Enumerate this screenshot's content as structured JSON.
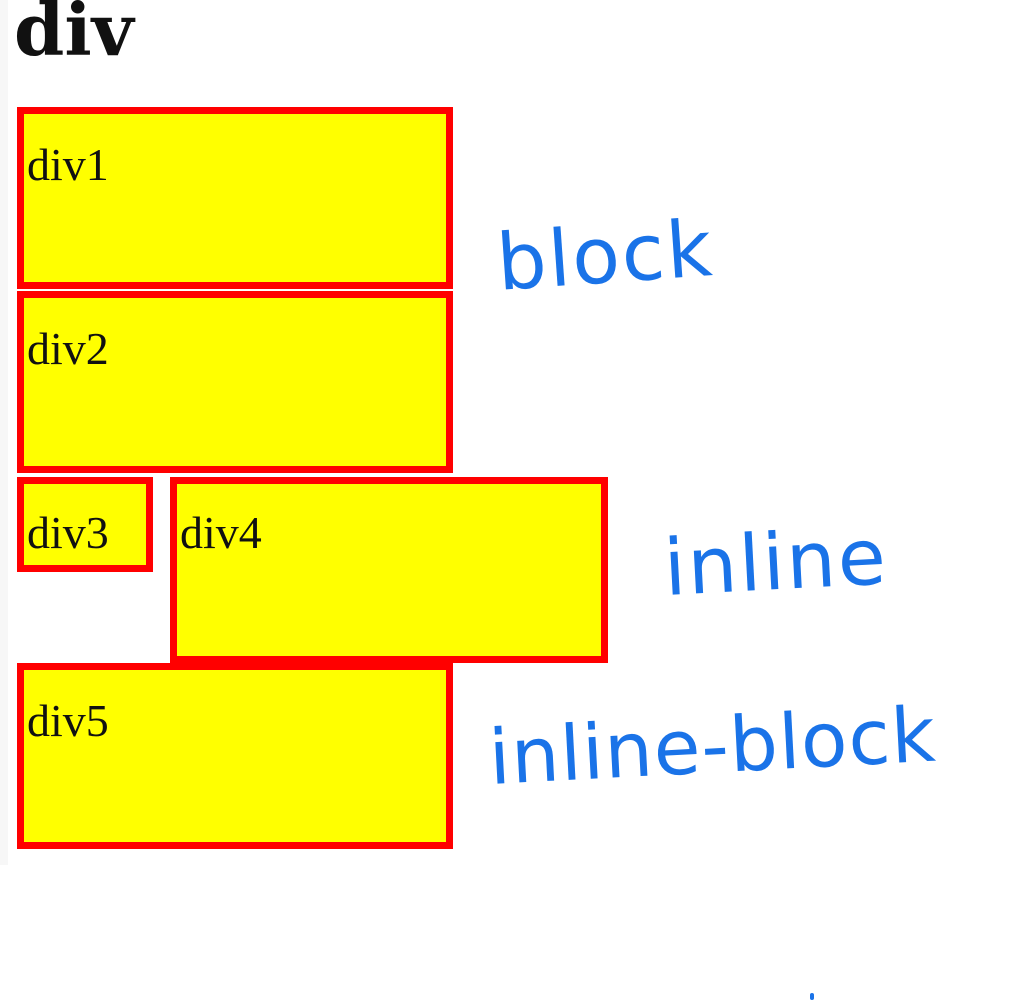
{
  "heading": "div",
  "boxes": {
    "div1": "div1",
    "div2": "div2",
    "div3": "div3",
    "div4": "div4",
    "div5": "div5"
  },
  "annotations": {
    "block": "block",
    "inline": "inline",
    "inline_block": "inline-block"
  },
  "colors": {
    "box_fill": "#ffff00",
    "box_border": "#ff0000",
    "annotation": "#1a73e8"
  }
}
